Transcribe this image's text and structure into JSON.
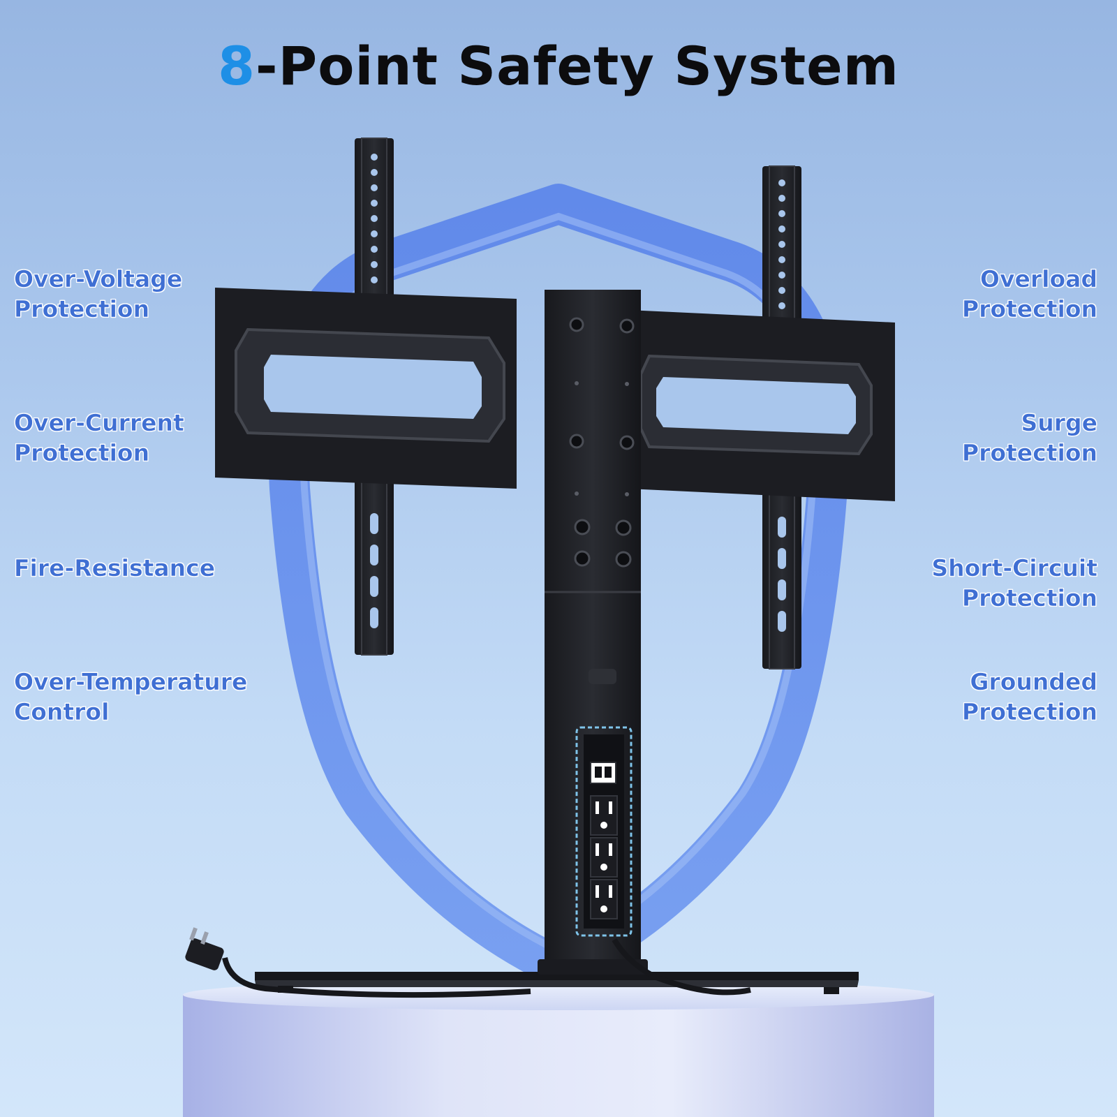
{
  "headline": {
    "number": "8",
    "text": "-Point Safety System"
  },
  "colors": {
    "accent": "#1e8fe6",
    "feature_text": "#3f6fd3",
    "title": "#0c0c0e",
    "shield": "#5b86e8"
  },
  "features": {
    "left": [
      {
        "line1": "Over-Voltage",
        "line2": "Protection"
      },
      {
        "line1": "Over-Current",
        "line2": "Protection"
      },
      {
        "line1": "Fire-Resistance",
        "line2": ""
      },
      {
        "line1": "Over-Temperature",
        "line2": "Control"
      }
    ],
    "right": [
      {
        "line1": "Overload",
        "line2": "Protection"
      },
      {
        "line1": "Surge",
        "line2": "Protection"
      },
      {
        "line1": "Short-Circuit",
        "line2": "Protection"
      },
      {
        "line1": "Grounded",
        "line2": "Protection"
      }
    ]
  },
  "product": {
    "name": "tv-stand-with-power-outlets",
    "outlets": 3,
    "usb_ports": 2
  }
}
